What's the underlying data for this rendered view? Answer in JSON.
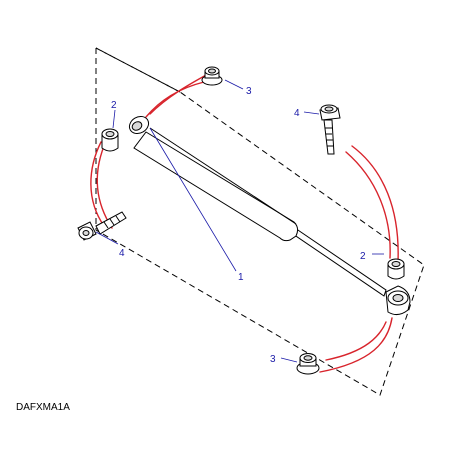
{
  "diagram": {
    "caption": "DAFXMA1A",
    "callouts": {
      "damper": "1",
      "spacer_left": "2",
      "spacer_right": "2",
      "bush_top": "3",
      "bush_bottom": "3",
      "bolt_top": "4",
      "bolt_bottom": "4"
    },
    "colors": {
      "callout_text": "#1a1aa8",
      "relation_lines": "#d8242c",
      "part_shading": "#d9d9d9",
      "outline": "#000000"
    }
  }
}
